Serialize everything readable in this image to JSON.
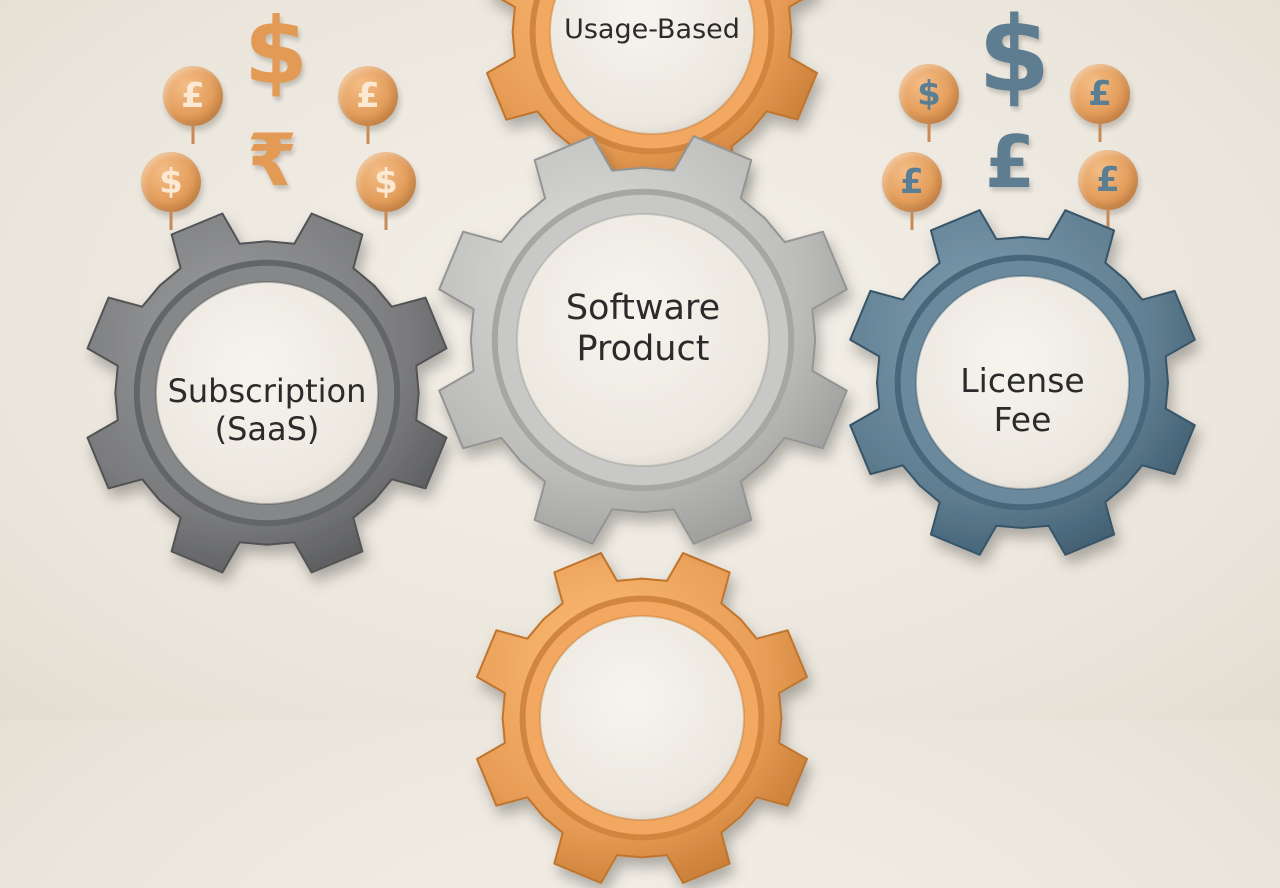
{
  "diagram": {
    "gears": [
      {
        "id": "top",
        "label": "Usage-Based",
        "color": "#e79c55"
      },
      {
        "id": "left",
        "label": "Subscription\n(SaaS)",
        "color": "#7a7b7d"
      },
      {
        "id": "center",
        "label": "Software\nProduct",
        "color": "#bcbcba"
      },
      {
        "id": "right",
        "label": "License\nFee",
        "color": "#5f7d90"
      },
      {
        "id": "bottom",
        "label": "",
        "color": "#e79c55"
      }
    ],
    "currency_left": {
      "large_symbols": [
        "$",
        "₹"
      ],
      "coins": [
        "£",
        "£",
        "$",
        "$"
      ]
    },
    "currency_right": {
      "large_symbols": [
        "$",
        "£"
      ],
      "coins": [
        "$",
        "£",
        "£",
        "£"
      ]
    },
    "colors": {
      "orange": "#e79c55",
      "blue_gray": "#5f7d90",
      "gray": "#7a7b7d",
      "light_gray": "#bcbcba",
      "background": "#efebe3"
    }
  }
}
